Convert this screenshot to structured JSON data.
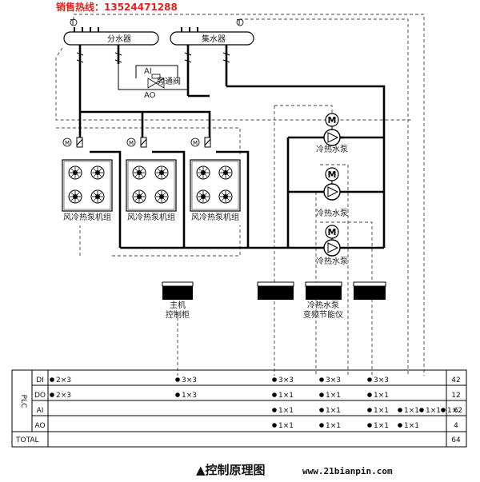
{
  "hotline": "销售热线：13524471288",
  "colors": {
    "hotline": "#e3211c",
    "line": "#000000",
    "dash": "#444444"
  },
  "headers": {
    "distributor": "分水器",
    "collector": "集水器"
  },
  "bypass": {
    "label": "旁通阀",
    "ai": "AI",
    "ao": "AO"
  },
  "symbols": {
    "motor": "M",
    "thermo": "T"
  },
  "heat_pump_label": "风冷热泵机组",
  "pump_label": "冷热水泵",
  "cabinets": {
    "main": "主机\n控制柜",
    "vfd": "冷热水泵\n变频节能仪"
  },
  "plc": {
    "label": "PLC",
    "total_label": "TOTAL",
    "rows": [
      {
        "name": "DI",
        "total": "42",
        "cells": [
          "2×3",
          "3×3",
          "3×3",
          "3×3",
          "3×3"
        ]
      },
      {
        "name": "DO",
        "total": "12",
        "cells": [
          "2×3",
          "1×3",
          "1×1",
          "1×1",
          "1×1"
        ]
      },
      {
        "name": "AI",
        "total": "6",
        "cells": [
          "1×1",
          "1×1",
          "1×1",
          "1×1",
          "1×1",
          "1×2"
        ]
      },
      {
        "name": "AO",
        "total": "4",
        "cells": [
          "1×1",
          "1×1",
          "1×1",
          "1×1"
        ]
      }
    ],
    "grand_total": "64"
  },
  "caption": "▲控制原理图",
  "site": "www.21bianpin.com"
}
